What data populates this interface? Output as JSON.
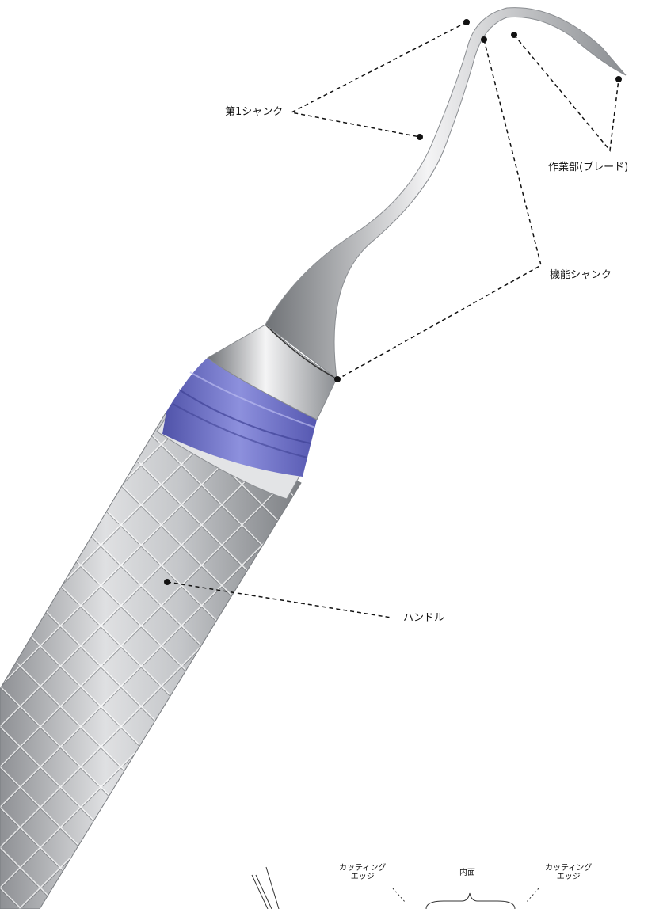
{
  "labels": {
    "first_shank": "第1シャンク",
    "working_end": "作業部(ブレード)",
    "functional_shank": "機能シャンク",
    "handle": "ハンドル"
  },
  "inset": {
    "cutting_edge_left_line1": "カッティング",
    "cutting_edge_left_line2": "エッジ",
    "inner_face": "内面",
    "cutting_edge_right_line1": "カッティング",
    "cutting_edge_right_line2": "エッジ"
  },
  "colors": {
    "band": "#6f72c6",
    "steel": "#c7c9cc",
    "line": "#111111"
  }
}
